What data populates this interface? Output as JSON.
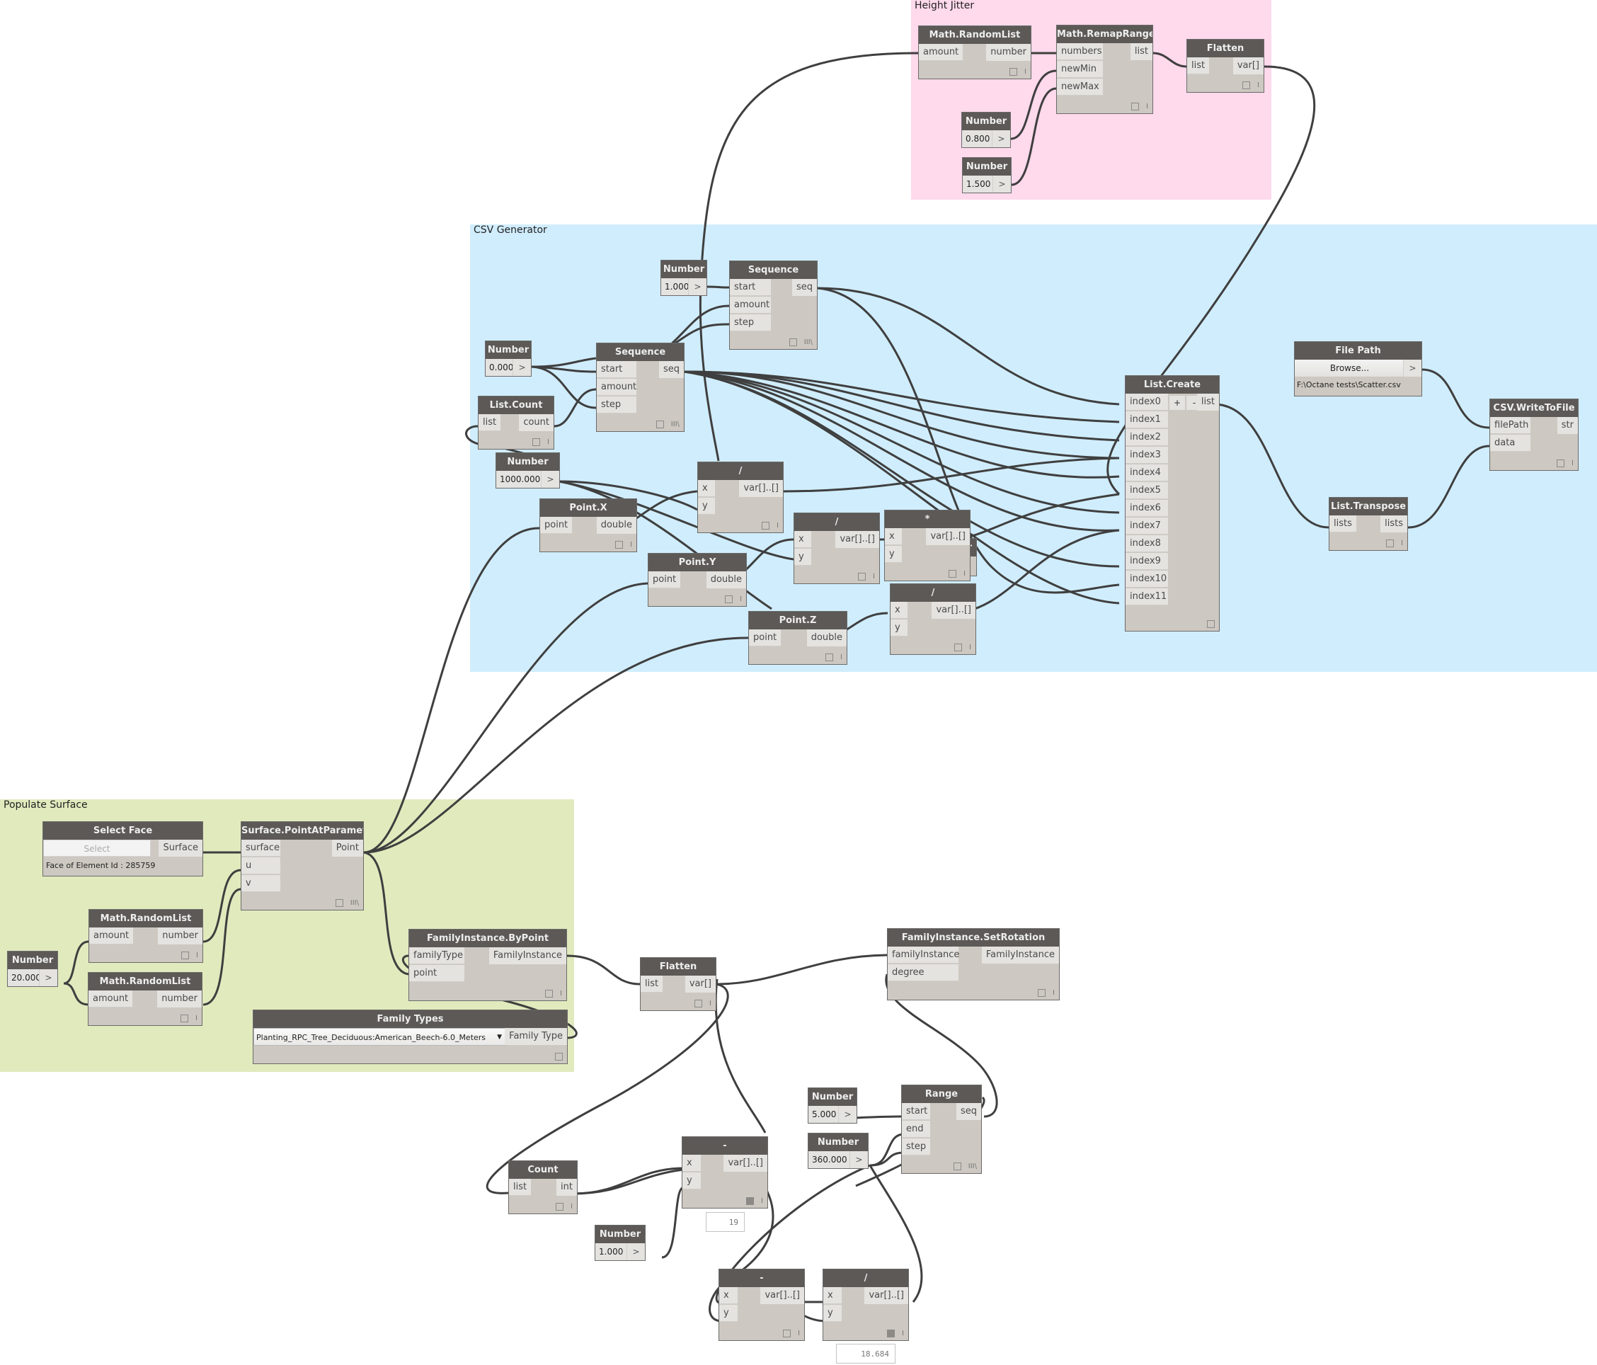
{
  "groups": {
    "height_jitter": "Height Jitter",
    "csv_generator": "CSV Generator",
    "populate_surface": "Populate Surface"
  },
  "ui": {
    "run_preview_icon": "checkbox-icon",
    "lacing_icon": "lacing-icon",
    "number_button": ">",
    "lacing_shortest": "I",
    "lacing_cross": "III\\"
  },
  "nodes": {
    "hj_randomlist": {
      "title": "Math.RandomList",
      "inputs": [
        "amount"
      ],
      "outputs": [
        "number"
      ]
    },
    "hj_remaprange": {
      "title": "Math.RemapRange",
      "inputs": [
        "numbers",
        "newMin",
        "newMax"
      ],
      "outputs": [
        "list"
      ]
    },
    "hj_flatten": {
      "title": "Flatten",
      "inputs": [
        "list"
      ],
      "outputs": [
        "var[]"
      ]
    },
    "hj_num_min": {
      "title": "Number",
      "value": "0.800"
    },
    "hj_num_max": {
      "title": "Number",
      "value": "1.500"
    },
    "csv_num_1": {
      "title": "Number",
      "value": "1.000"
    },
    "csv_seq_top": {
      "title": "Sequence",
      "inputs": [
        "start",
        "amount",
        "step"
      ],
      "outputs": [
        "seq"
      ]
    },
    "csv_num_0": {
      "title": "Number",
      "value": "0.000"
    },
    "csv_seq_mid": {
      "title": "Sequence",
      "inputs": [
        "start",
        "amount",
        "step"
      ],
      "outputs": [
        "seq"
      ]
    },
    "csv_listcount": {
      "title": "List.Count",
      "inputs": [
        "list"
      ],
      "outputs": [
        "count"
      ]
    },
    "csv_num_1000": {
      "title": "Number",
      "value": "1000.000"
    },
    "csv_div1": {
      "title": "/",
      "inputs": [
        "x",
        "y"
      ],
      "outputs": [
        "var[]..[]"
      ]
    },
    "csv_pointx": {
      "title": "Point.X",
      "inputs": [
        "point"
      ],
      "outputs": [
        "double"
      ]
    },
    "csv_pointy": {
      "title": "Point.Y",
      "inputs": [
        "point"
      ],
      "outputs": [
        "double"
      ]
    },
    "csv_div2": {
      "title": "/",
      "inputs": [
        "x",
        "y"
      ],
      "outputs": [
        "var[]..[]"
      ]
    },
    "csv_mul": {
      "title": "*",
      "inputs": [
        "x",
        "y"
      ],
      "outputs": [
        "var[]..[]"
      ]
    },
    "csv_hidden": {
      "title": "r"
    },
    "csv_pointz": {
      "title": "Point.Z",
      "inputs": [
        "point"
      ],
      "outputs": [
        "double"
      ]
    },
    "csv_div3": {
      "title": "/",
      "inputs": [
        "x",
        "y"
      ],
      "outputs": [
        "var[]..[]"
      ]
    },
    "csv_listcreate": {
      "title": "List.Create",
      "inputs": [
        "index0",
        "index1",
        "index2",
        "index3",
        "index4",
        "index5",
        "index6",
        "index7",
        "index8",
        "index9",
        "index10",
        "index11"
      ],
      "outputs": [
        "list"
      ],
      "add": "+",
      "remove": "-"
    },
    "csv_filepath": {
      "title": "File Path",
      "browse": "Browse...",
      "path": "F:\\Octane tests\\Scatter.csv"
    },
    "csv_write": {
      "title": "CSV.WriteToFile",
      "inputs": [
        "filePath",
        "data"
      ],
      "outputs": [
        "str"
      ]
    },
    "csv_transpose": {
      "title": "List.Transpose",
      "inputs": [
        "lists"
      ],
      "outputs": [
        "lists"
      ]
    },
    "ps_selectface": {
      "title": "Select Face",
      "button": "Select",
      "outputs": [
        "Surface"
      ],
      "info": "Face of Element Id : 285759"
    },
    "ps_pointatparam": {
      "title": "Surface.PointAtParameter",
      "inputs": [
        "surface",
        "u",
        "v"
      ],
      "outputs": [
        "Point"
      ]
    },
    "ps_randomlist1": {
      "title": "Math.RandomList",
      "inputs": [
        "amount"
      ],
      "outputs": [
        "number"
      ]
    },
    "ps_randomlist2": {
      "title": "Math.RandomList",
      "inputs": [
        "amount"
      ],
      "outputs": [
        "number"
      ]
    },
    "ps_num_20": {
      "title": "Number",
      "value": "20.000"
    },
    "ps_byPoint": {
      "title": "FamilyInstance.ByPoint",
      "inputs": [
        "familyType",
        "point"
      ],
      "outputs": [
        "FamilyInstance"
      ]
    },
    "ps_familytypes": {
      "title": "Family Types",
      "selected": "Planting_RPC_Tree_Deciduous:American_Beech-6.0_Meters",
      "outputs": [
        "Family Type"
      ]
    },
    "flatten_mid": {
      "title": "Flatten",
      "inputs": [
        "list"
      ],
      "outputs": [
        "var[]"
      ]
    },
    "setrotation": {
      "title": "FamilyInstance.SetRotation",
      "inputs": [
        "familyInstance",
        "degree"
      ],
      "outputs": [
        "FamilyInstance"
      ]
    },
    "count": {
      "title": "Count",
      "inputs": [
        "list"
      ],
      "outputs": [
        "int"
      ]
    },
    "minus1": {
      "title": "-",
      "inputs": [
        "x",
        "y"
      ],
      "outputs": [
        "var[]..[]"
      ],
      "preview": "19"
    },
    "num_1b": {
      "title": "Number",
      "value": "1.000"
    },
    "num_5": {
      "title": "Number",
      "value": "5.000"
    },
    "num_360": {
      "title": "Number",
      "value": "360.000"
    },
    "range": {
      "title": "Range",
      "inputs": [
        "start",
        "end",
        "step"
      ],
      "outputs": [
        "seq"
      ]
    },
    "minus2": {
      "title": "-",
      "inputs": [
        "x",
        "y"
      ],
      "outputs": [
        "var[]..[]"
      ]
    },
    "div_bottom": {
      "title": "/",
      "inputs": [
        "x",
        "y"
      ],
      "outputs": [
        "var[]..[]"
      ],
      "preview": "18.684"
    }
  },
  "colors": {
    "wire": "#3f3f3f",
    "node_header": "#5c5956",
    "node_body": "#cdc8c1",
    "group_pink": "#ffd9ec",
    "group_blue": "#d0edfd",
    "group_green": "#e1eabd"
  }
}
